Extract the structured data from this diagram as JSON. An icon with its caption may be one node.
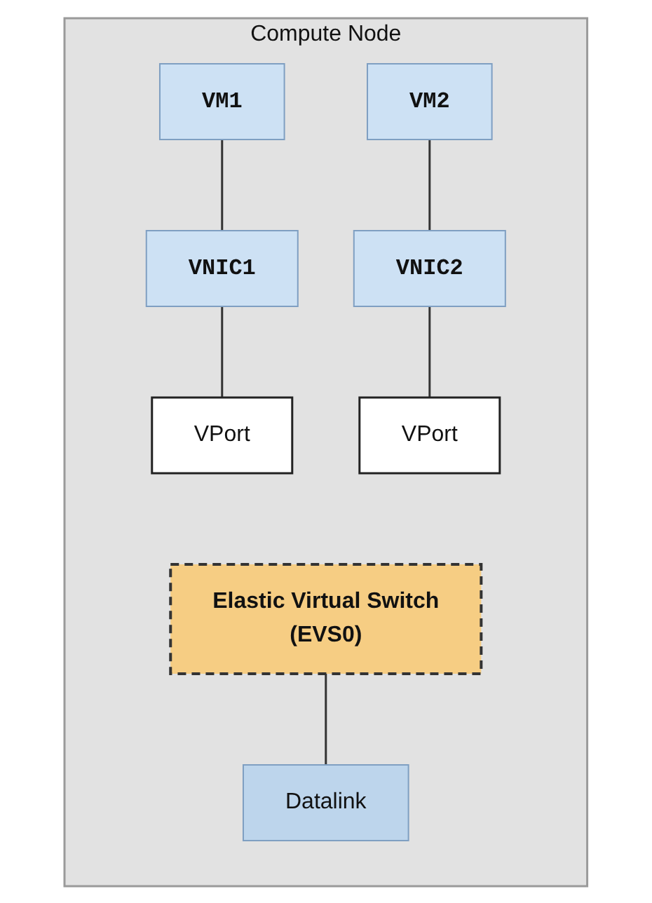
{
  "diagram": {
    "nodes": [
      {
        "text": [
          "Compute Node"
        ]
      },
      {
        "text": [
          "VM1"
        ],
        "in": 0
      },
      {
        "text": [
          "VM2"
        ],
        "in": 0
      },
      {
        "text": [
          "VNIC1"
        ],
        "in": 0
      },
      {
        "text": [
          "VNIC2"
        ],
        "in": 0
      },
      {
        "text": [
          "VPort"
        ],
        "in": 0
      },
      {
        "text": [
          "VPort"
        ],
        "in": 0
      },
      {
        "text": [
          "Elastic Virtual Switch",
          "(EVS0)"
        ],
        "in": 0
      },
      {
        "text": [
          "Datalink"
        ],
        "in": 0
      }
    ],
    "edges": [
      {
        "from": 1,
        "to": 3,
        "arrow": "none"
      },
      {
        "from": 2,
        "to": 4,
        "arrow": "none"
      },
      {
        "from": 3,
        "to": 5,
        "arrow": "none"
      },
      {
        "from": 4,
        "to": 6,
        "arrow": "none"
      },
      {
        "from": 7,
        "to": 8,
        "arrow": "none"
      }
    ]
  }
}
